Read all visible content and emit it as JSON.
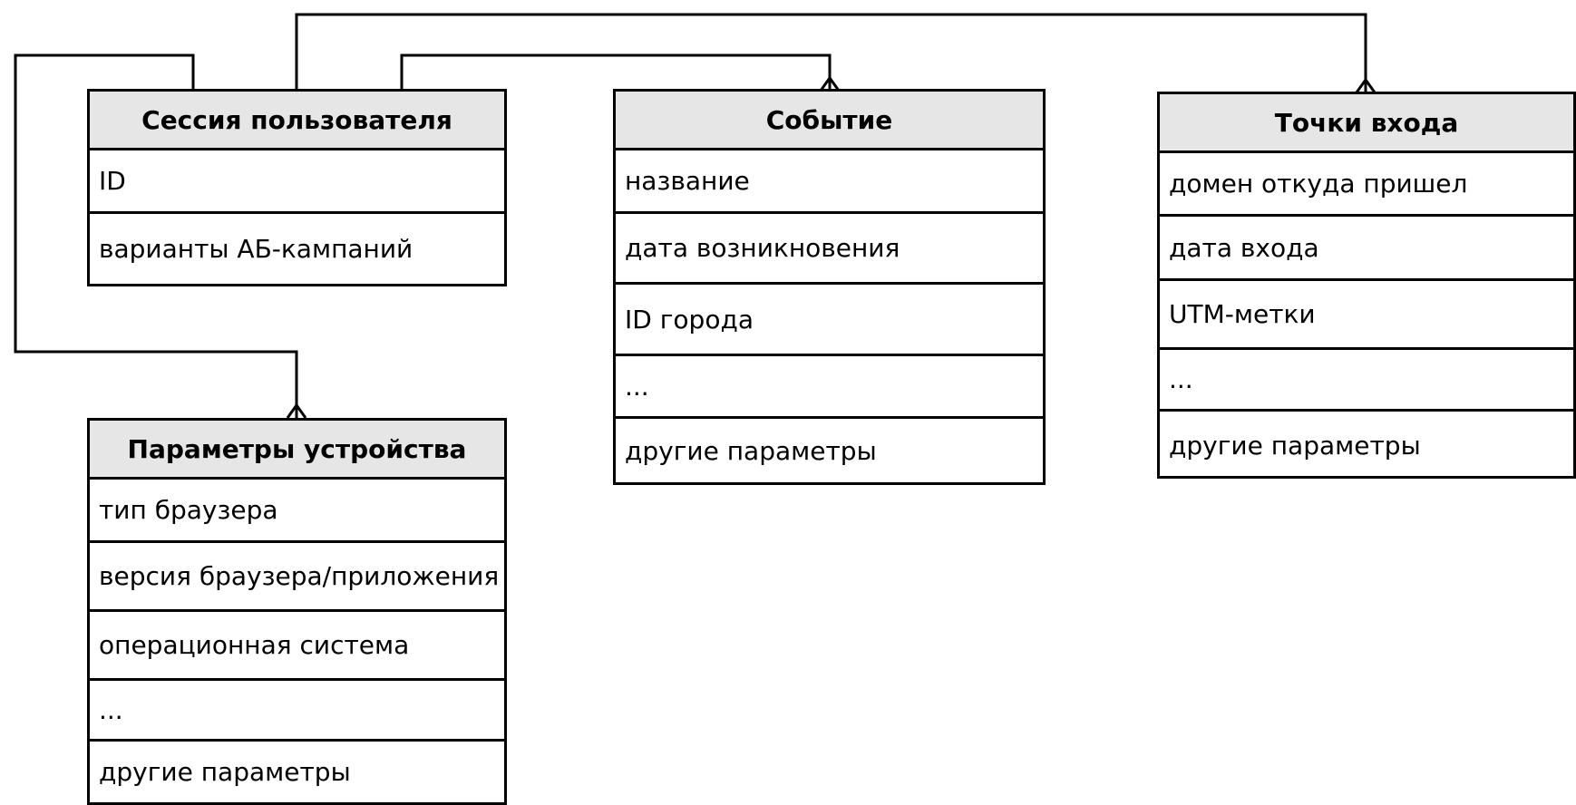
{
  "entities": {
    "session": {
      "title": "Сессия пользователя",
      "fields": [
        "ID",
        "варианты АБ-кампаний"
      ]
    },
    "device": {
      "title": "Параметры устройства",
      "fields": [
        "тип браузера",
        "версия браузера/приложения",
        "операционная система",
        "...",
        "другие параметры"
      ]
    },
    "event": {
      "title": "Событие",
      "fields": [
        "название",
        "дата возникновения",
        "ID города",
        "...",
        "другие параметры"
      ]
    },
    "entry_points": {
      "title": "Точки входа",
      "fields": [
        "домен откуда пришел",
        "дата входа",
        "UTM-метки",
        "...",
        "другие параметры"
      ]
    }
  },
  "relations": [
    {
      "from": "session",
      "to": "device",
      "cardinality": "one-to-many"
    },
    {
      "from": "session",
      "to": "event",
      "cardinality": "one-to-many"
    },
    {
      "from": "session",
      "to": "entry_points",
      "cardinality": "one-to-many"
    }
  ]
}
